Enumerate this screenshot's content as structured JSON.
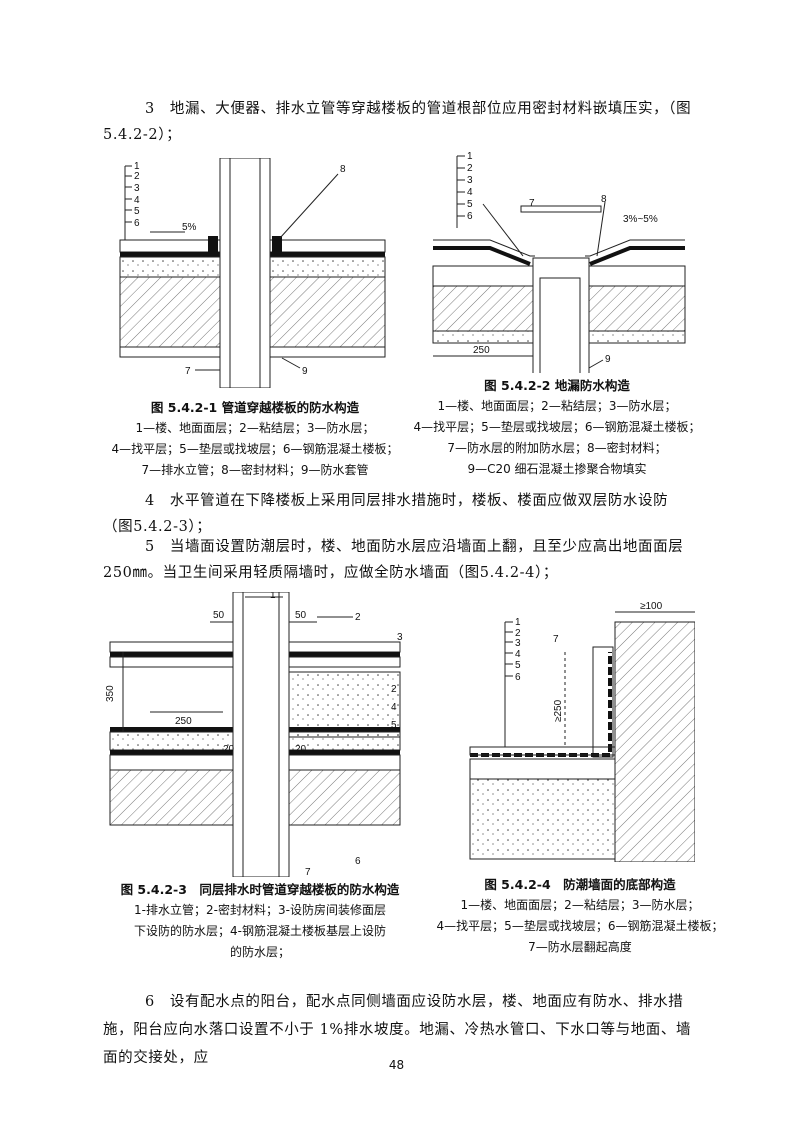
{
  "paragraphs": {
    "p3": "3　地漏、大便器、排水立管等穿越楼板的管道根部位应用密封材料嵌填压实，（图5.4.2-2）；",
    "p4": "4　水平管道在下降楼板上采用同层排水措施时，楼板、楼面应做双层防水设防（图5.4.2-3）；",
    "p5": "5　当墙面设置防潮层时，楼、地面防水层应沿墙面上翻，且至少应高出地面面层 250㎜。当卫生间采用轻质隔墙时，应做全防水墙面（图5.4.2-4）；",
    "p6": "6　设有配水点的阳台，配水点同侧墙面应设防水层，楼、地面应有防水、排水措施，阳台应向水落口设置不小于 1%排水坡度。地漏、冷热水管口、下水口等与地面、墙面的交接处，应"
  },
  "figures": [
    {
      "title": "图 5.4.2-1 管道穿越楼板的防水构造",
      "legend": [
        "1—楼、地面面层；2—粘结层；3—防水层；",
        "4—找平层；5—垫层或找坡层；6—钢筋混凝土楼板；",
        "7—排水立管；8—密封材料；9—防水套管"
      ],
      "labels": {
        "l1": "1",
        "l2": "2",
        "l3": "3",
        "l4": "4",
        "l5": "5",
        "l6": "6",
        "l7": "7",
        "l8": "8",
        "l9": "9",
        "slope": "5%"
      }
    },
    {
      "title": "图 5.4.2-2 地漏防水构造",
      "legend": [
        "1—楼、地面面层；2—粘结层；3—防水层；",
        "4—找平层；5—垫层或找坡层；6—钢筋混凝土楼板；",
        "7—防水层的附加防水层；8—密封材料；",
        "9—C20 细石混凝土掺聚合物填实"
      ],
      "labels": {
        "l1": "1",
        "l2": "2",
        "l3": "3",
        "l4": "4",
        "l5": "5",
        "l6": "6",
        "l7": "7",
        "l8": "8",
        "l9": "9",
        "slope": "3%~5%",
        "dim": "250"
      }
    },
    {
      "title": "图 5.4.2-3　同层排水时管道穿越楼板的防水构造",
      "legend": [
        "1-排水立管；2-密封材料；3-设防房间装修面层",
        "下设防的防水层；4-钢筋混凝土楼板基层上设防",
        "的防水层；"
      ],
      "labels": {
        "l1": "1",
        "l2": "2",
        "l3": "3",
        "l4": "4",
        "l5": "5",
        "l6": "6",
        "l7": "7",
        "d50a": "50",
        "d50b": "50",
        "d350": "350",
        "d250": "250",
        "d20a": "20",
        "d20b": "20"
      }
    },
    {
      "title": "图 5.4.2-4　防潮墙面的底部构造",
      "legend": [
        "1—楼、地面面层；2—粘结层；3—防水层；",
        "4—找平层；5—垫层或找坡层；6—钢筋混凝土楼板；",
        "7—防水层翻起高度"
      ],
      "labels": {
        "l1": "1",
        "l2": "2",
        "l3": "3",
        "l4": "4",
        "l5": "5",
        "l6": "6",
        "l7": "7",
        "h": "≥250",
        "w": "≥100"
      }
    }
  ],
  "page_number": "48"
}
